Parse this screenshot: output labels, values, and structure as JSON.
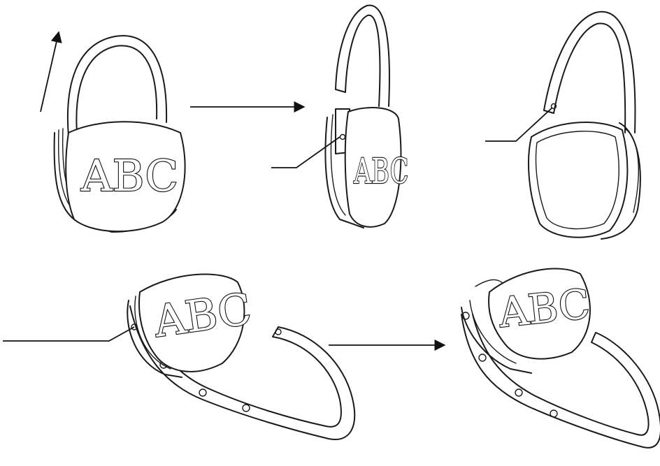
{
  "figures": [
    {
      "id": "fig-1",
      "label": "ABC"
    },
    {
      "id": "fig-2",
      "label": "ABC"
    },
    {
      "id": "fig-3",
      "label": ""
    },
    {
      "id": "fig-4",
      "label": "ABC"
    },
    {
      "id": "fig-5",
      "label": "ABC"
    }
  ],
  "colors": {
    "line": "#1a1a1a",
    "background": "#ffffff"
  }
}
